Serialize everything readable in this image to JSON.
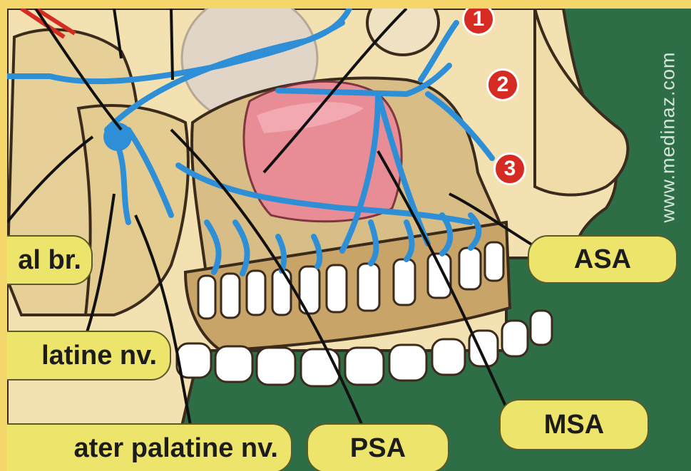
{
  "watermark": "www.medinaz.com",
  "badges": [
    "1",
    "2",
    "3"
  ],
  "labels": {
    "asa": "ASA",
    "msa": "MSA",
    "psa": "PSA",
    "alveolar_branch": "al br.",
    "palatine_nerve": "latine nv.",
    "greater_palatine_nerve": "ater palatine nv."
  },
  "colors": {
    "background": "#2e6e47",
    "frame_border": "#f5d66a",
    "bone": "#f3e1b1",
    "nerve": "#2f8fd6",
    "sinus": "#e98a97",
    "label_fill": "#ede46b",
    "badge": "#d52b23"
  }
}
